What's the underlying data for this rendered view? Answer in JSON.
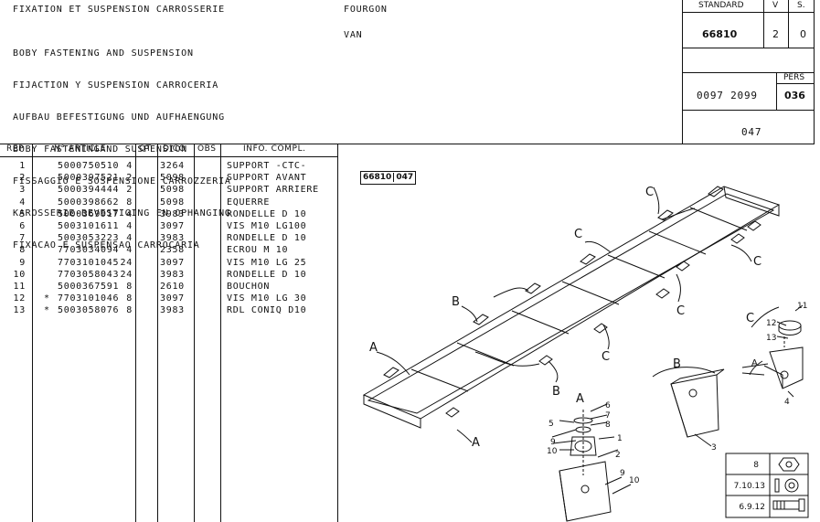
{
  "header": {
    "title_fr": "FIXATION ET SUSPENSION CARROSSERIE",
    "variant_fr": "FOURGON",
    "title_lines": [
      "BOBY FASTENING AND SUSPENSION",
      "FIJACTION Y SUSPENSION CARROCERIA",
      "AUFBAU BEFESTIGUNG UND AUFHAENGUNG",
      "BOBY FASTENINGAND SUSPENSION",
      "FISSAGGIO E SOSPENSIONE CARROZZERIA",
      "KAROSSERIE-BEVESTIGING EN OPHANGING",
      "FIXACAO E SUSPENSAO CARROCARIA"
    ],
    "variant_en": "VAN"
  },
  "infobox": {
    "standard_label": "STANDARD",
    "v_label": "V",
    "s_label": "S.",
    "standard_value": "66810",
    "v_value": "2",
    "s_value": "0",
    "pers_label": "PERS",
    "ref_value": "0097 2099",
    "pers_value": "036",
    "page_value": "047"
  },
  "table": {
    "headers": {
      "rep": "REP",
      "article": "N° ARTICLE",
      "qt": "QT",
      "dico": "DICO",
      "obs": "OBS",
      "info": "INFO. COMPL."
    },
    "rows": [
      {
        "rep": "1",
        "star": "",
        "article": "5000750510",
        "qt": "4",
        "dico": "3264",
        "info": "SUPPORT -CTC-"
      },
      {
        "rep": "2",
        "star": "",
        "article": "5000397521",
        "qt": "2",
        "dico": "5098",
        "info": "SUPPORT AVANT"
      },
      {
        "rep": "3",
        "star": "",
        "article": "5000394444",
        "qt": "2",
        "dico": "5098",
        "info": "SUPPORT ARRIERE"
      },
      {
        "rep": "4",
        "star": "",
        "article": "5000398662",
        "qt": "8",
        "dico": "5098",
        "info": "EQUERRE"
      },
      {
        "rep": "5",
        "star": "",
        "article": "5000369917",
        "qt": "4",
        "dico": "3983",
        "info": "RONDELLE D 10"
      },
      {
        "rep": "6",
        "star": "",
        "article": "5003101611",
        "qt": "4",
        "dico": "3097",
        "info": "VIS M10 LG100"
      },
      {
        "rep": "7",
        "star": "",
        "article": "5003053223",
        "qt": "4",
        "dico": "3983",
        "info": "RONDELLE D 10"
      },
      {
        "rep": "8",
        "star": "",
        "article": "7703034094",
        "qt": "4",
        "dico": "2358",
        "info": "ECROU M 10"
      },
      {
        "rep": "9",
        "star": "",
        "article": "7703101045",
        "qt": "24",
        "dico": "3097",
        "info": "VIS M10 LG 25"
      },
      {
        "rep": "10",
        "star": "",
        "article": "7703058043",
        "qt": "24",
        "dico": "3983",
        "info": "RONDELLE D 10"
      },
      {
        "rep": "11",
        "star": "",
        "article": "5000367591",
        "qt": "8",
        "dico": "2610",
        "info": "BOUCHON"
      },
      {
        "rep": "12",
        "star": "*",
        "article": "7703101046",
        "qt": "8",
        "dico": "3097",
        "info": "VIS M10 LG 30"
      },
      {
        "rep": "13",
        "star": "*",
        "article": "5003058076",
        "qt": "8",
        "dico": "3983",
        "info": "RDL CONIQ D10"
      }
    ]
  },
  "diagram": {
    "ref_left": "66810",
    "ref_right": "047",
    "letters": {
      "a": "A",
      "b": "B",
      "c": "C"
    },
    "numbers": [
      "1",
      "2",
      "3",
      "4",
      "5",
      "6",
      "7",
      "8",
      "9",
      "10",
      "11",
      "12",
      "13"
    ],
    "legend": [
      {
        "label": "8",
        "icon": "nut-icon"
      },
      {
        "label": "7.10.13",
        "icon": "washer-icon"
      },
      {
        "label": "6.9.12",
        "icon": "bolt-icon"
      }
    ]
  }
}
